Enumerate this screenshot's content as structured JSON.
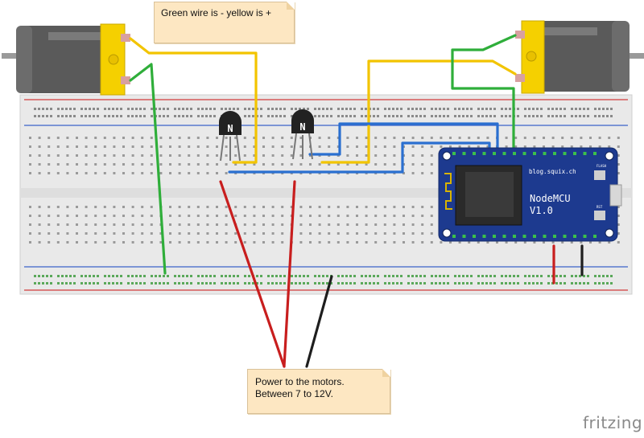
{
  "notes": {
    "top": "Green wire is - yellow is +",
    "bottom": "Power to the motors. Between 7 to 12V."
  },
  "board": {
    "name_line1": "NodeMCU",
    "name_line2": "V1.0",
    "url": "blog.squix.ch",
    "flash_label": "FLASH",
    "rst_label": "RST"
  },
  "transistors": [
    {
      "label": "N"
    },
    {
      "label": "N"
    }
  ],
  "brand": "fritzing",
  "colors": {
    "breadboard": "#e9e9e9",
    "rail_red": "#d23b3b",
    "rail_blue": "#3b63c9",
    "wire_yellow": "#f2c400",
    "wire_green": "#2fae3a",
    "wire_blue": "#2a6fd0",
    "wire_red": "#c81e1e",
    "wire_black": "#1e1e1e",
    "pcb": "#1d3a8f"
  }
}
